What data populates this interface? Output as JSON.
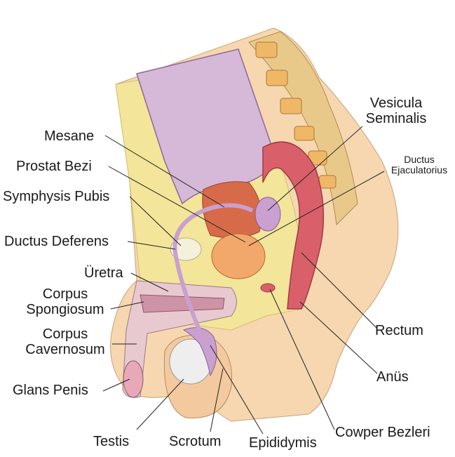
{
  "labels": {
    "mesane": "Mesane",
    "prostat_bezi": "Prostat Bezi",
    "symphysis_pubis": "Symphysis Pubis",
    "ductus_deferens": "Ductus Deferens",
    "uretra": "Üretra",
    "corpus_spongiosum_1": "Corpus",
    "corpus_spongiosum_2": "Spongiosum",
    "corpus_cavernosum_1": "Corpus",
    "corpus_cavernosum_2": "Cavernosum",
    "glans_penis": "Glans Penis",
    "testis": "Testis",
    "scrotum": "Scrotum",
    "epididymis": "Epididymis",
    "cowper_bezleri": "Cowper Bezleri",
    "anus": "Anüs",
    "rectum": "Rectum",
    "vesicula_1": "Vesicula",
    "vesicula_2": "Seminalis",
    "ductus_ejac_1": "Ductus",
    "ductus_ejac_2": "Ejaculatorius"
  },
  "colors": {
    "skin": "#f6d7b0",
    "fat": "#f3e59a",
    "bladder": "#d6b8d8",
    "prostate": "#f2a86a",
    "rectum": "#d9606a",
    "bone": "#e9c98a",
    "testis": "#eeeeee"
  }
}
